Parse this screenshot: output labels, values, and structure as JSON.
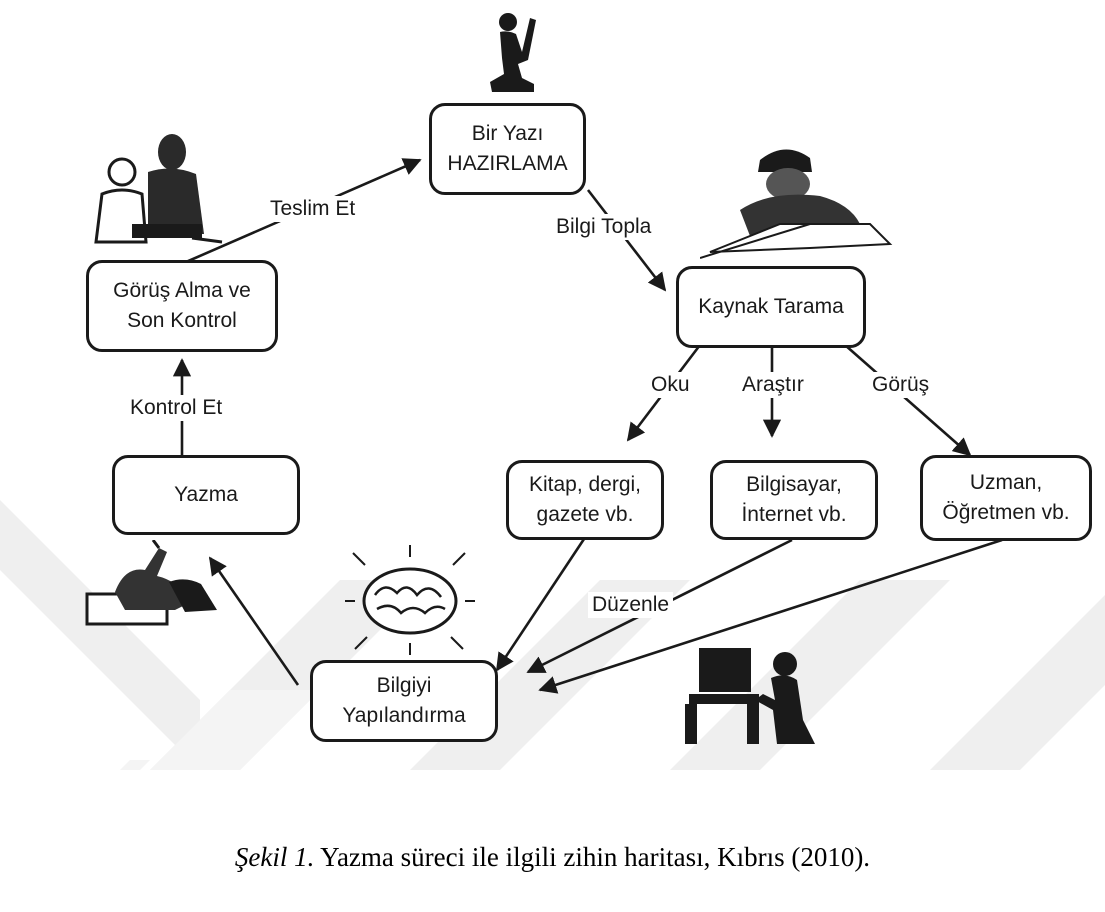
{
  "nodes": {
    "hazirlama": "Bir Yazı\nHAZIRLAMA",
    "kaynak": "Kaynak Tarama",
    "kitap": "Kitap, dergi,\ngazete vb.",
    "bilgisayar": "Bilgisayar,\nİnternet vb.",
    "uzman": "Uzman,\nÖğretmen vb.",
    "bilgiyi": "Bilgiyi\nYapılandırma",
    "yazma": "Yazma",
    "gorus_alma": "Görüş Alma ve\nSon Kontrol"
  },
  "edges": {
    "bilgi_topla": "Bilgi Topla",
    "oku": "Oku",
    "arastir": "Araştır",
    "gorus": "Görüş",
    "duzenle": "Düzenle",
    "kontrol_et": "Kontrol Et",
    "teslim_et": "Teslim Et"
  },
  "illustrations": {
    "top": "kneeling-figure-illustration",
    "reader": "person-reading-illustration",
    "pair": "two-people-illustration",
    "brain": "brain-illustration",
    "computer": "person-at-computer-illustration",
    "writing": "hand-writing-illustration"
  },
  "caption": {
    "label": "Şekil 1.",
    "text": " Yazma süreci ile ilgili zihin haritası, Kıbrıs (2010)."
  },
  "colors": {
    "ink": "#1a1a1a",
    "watermark": "#efefef"
  }
}
